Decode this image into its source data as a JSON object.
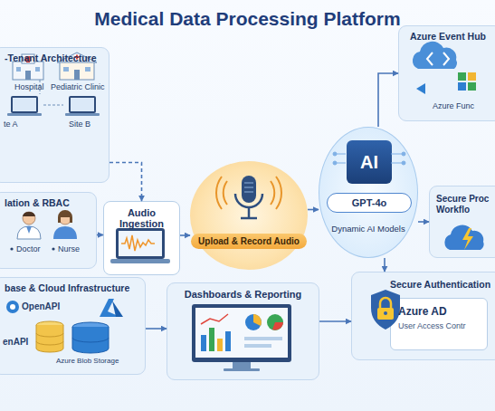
{
  "diagram": {
    "title": "Medical Data Processing Platform",
    "nodes": [
      {
        "text": [
          "-Tenant Architecture"
        ]
      },
      {
        "text": [
          "Azure Event Hub"
        ]
      },
      {
        "text": [
          "lation & RBAC"
        ]
      },
      {
        "text": [
          "Audio Ingestion"
        ]
      },
      {
        "text": [
          "Upload & Record Audio"
        ]
      },
      {
        "text": [
          "Dynamic AI Models"
        ]
      },
      {
        "text": [
          "AI"
        ],
        "in": 5
      },
      {
        "text": [
          "GPT-4o"
        ],
        "in": 5
      },
      {
        "text": [
          "Secure Proc Workflo"
        ]
      },
      {
        "text": [
          "base & Cloud Infrastructure"
        ]
      },
      {
        "text": [
          "Dashboards & Reporting"
        ]
      },
      {
        "text": [
          "Secure Authentication"
        ]
      },
      {
        "text": [
          "Azure AD",
          "User Access Contr"
        ],
        "in": 11
      }
    ],
    "edges": [
      {
        "from": 0,
        "to": 3,
        "arrow": "to"
      },
      {
        "from": 2,
        "to": 3,
        "arrow": "to"
      },
      {
        "from": 3,
        "to": 4,
        "arrow": "to"
      },
      {
        "from": 4,
        "to": 5,
        "arrow": "to"
      },
      {
        "from": 5,
        "to": 1,
        "arrow": "to"
      },
      {
        "from": 5,
        "to": 8,
        "arrow": "to"
      },
      {
        "from": 5,
        "to": 11,
        "arrow": "to"
      },
      {
        "from": 9,
        "to": 10,
        "arrow": "to"
      },
      {
        "from": 10,
        "to": 11,
        "arrow": "to"
      }
    ],
    "labels": [
      "Hospital",
      "Pediatric Clinic",
      "te A",
      "Site B",
      "Doctor",
      "Nurse",
      "OpenAPI",
      "enAPI",
      "Azure Blob Storage",
      "Azure Func"
    ]
  }
}
